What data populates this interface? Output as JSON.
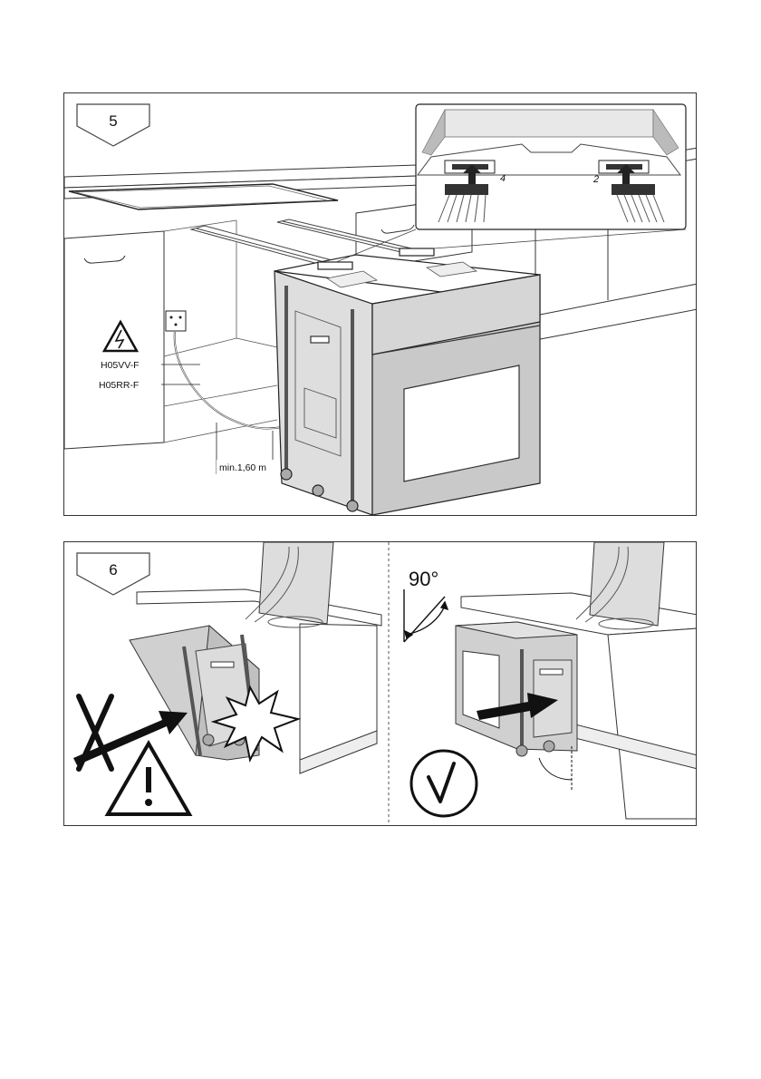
{
  "step5": {
    "number": "5",
    "connector_labels": [
      "4",
      "2"
    ],
    "cable_label_1": "H05VV-F",
    "cable_label_2": "H05RR-F",
    "cable_length": "min.1,60 m"
  },
  "step6": {
    "number": "6",
    "angle_label": "90°"
  }
}
